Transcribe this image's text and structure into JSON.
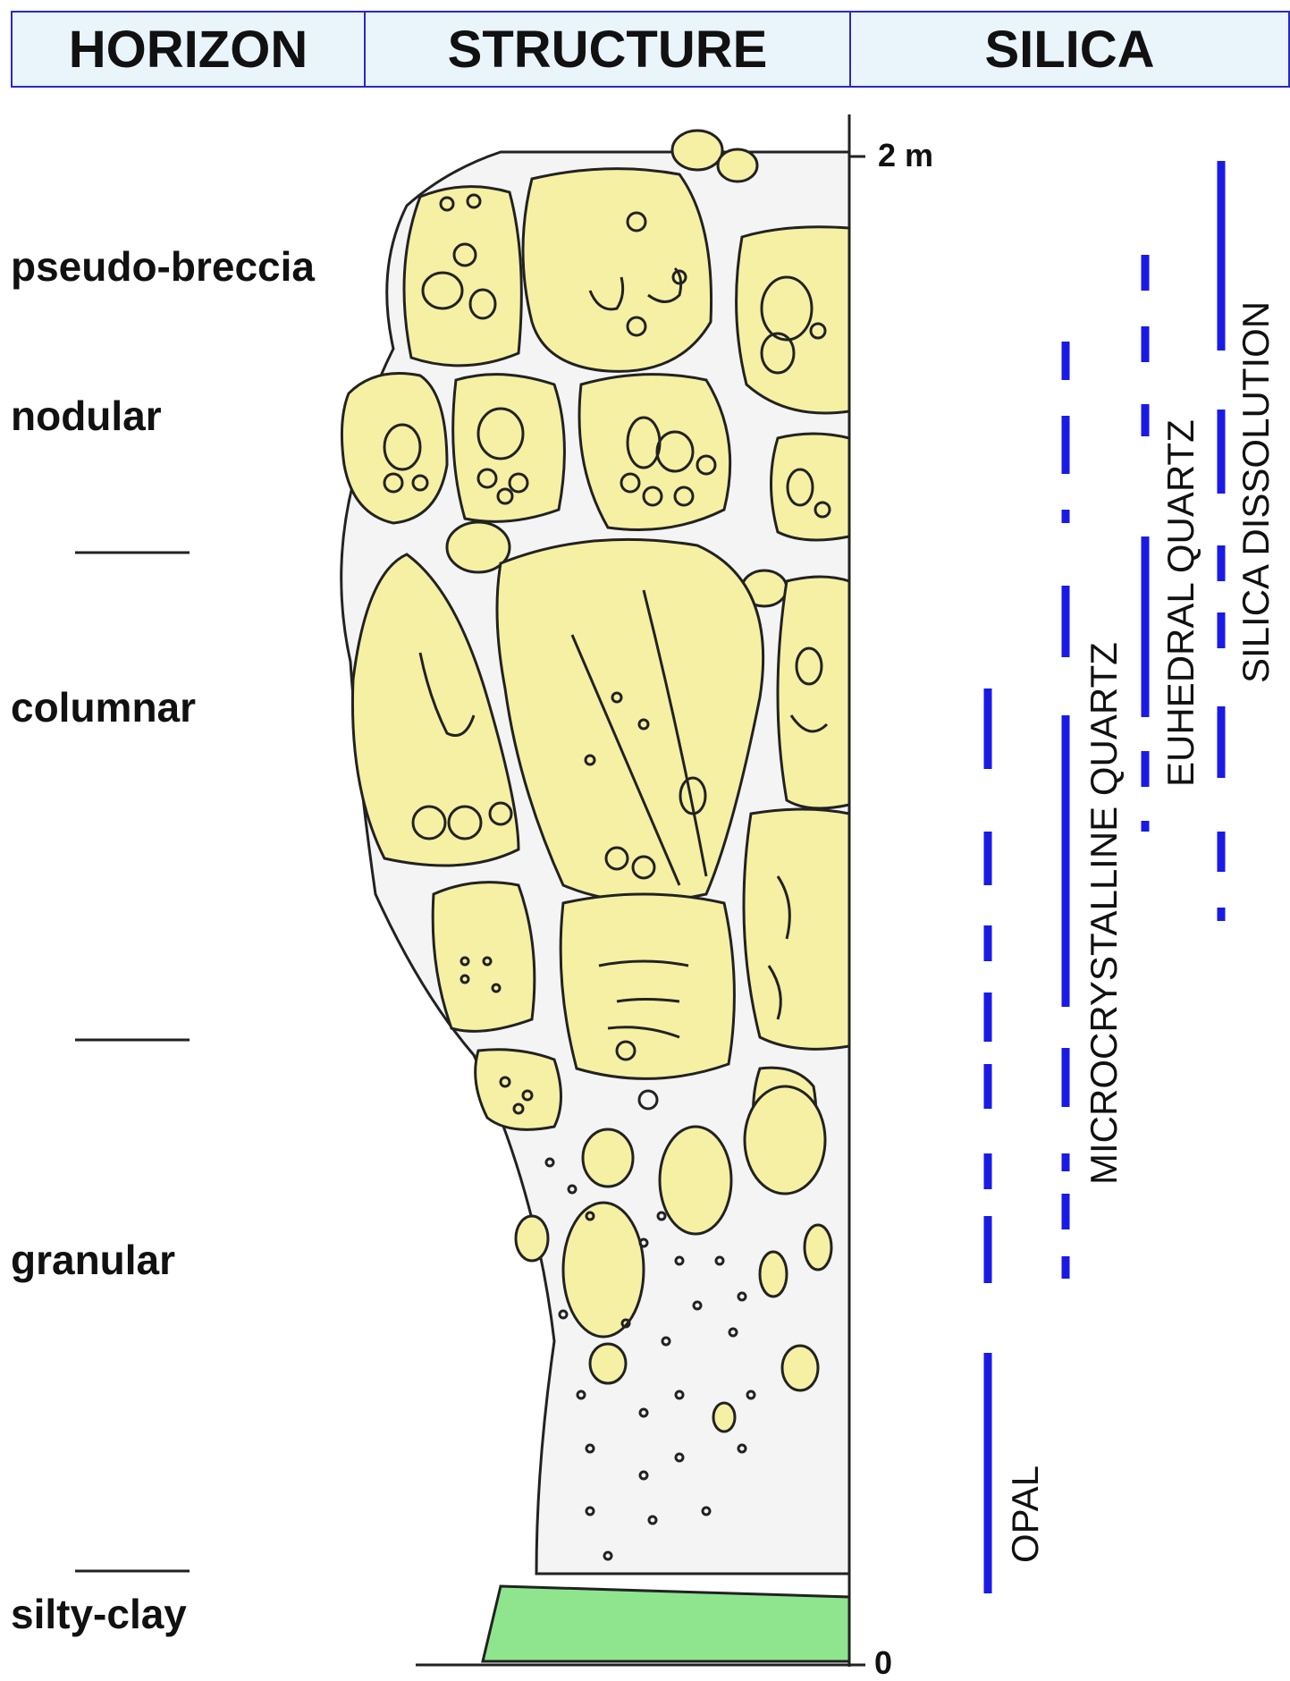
{
  "header": {
    "horizon": "HORIZON",
    "structure": "STRUCTURE",
    "silica": "SILICA"
  },
  "horizons": {
    "pseudo_breccia": "pseudo-breccia",
    "nodular": "nodular",
    "columnar": "columnar",
    "granular": "granular",
    "silty_clay": "silty-clay"
  },
  "scale": {
    "top": "2 m",
    "bottom": "0"
  },
  "silica_phases": {
    "opal": "OPAL",
    "microcrystalline_quartz": "MICROCRYSTALLINE QUARTZ",
    "euhedral_quartz": "EUHEDRAL QUARTZ",
    "silica_dissolution": "SILICA DISSOLUTION"
  },
  "colors": {
    "header_border": "#2828c8",
    "header_fill": "#eaf4fb",
    "nodule_fill": "#f6f0a4",
    "clay_fill": "#8ee58e",
    "bar_blue": "#1a1ae6"
  }
}
